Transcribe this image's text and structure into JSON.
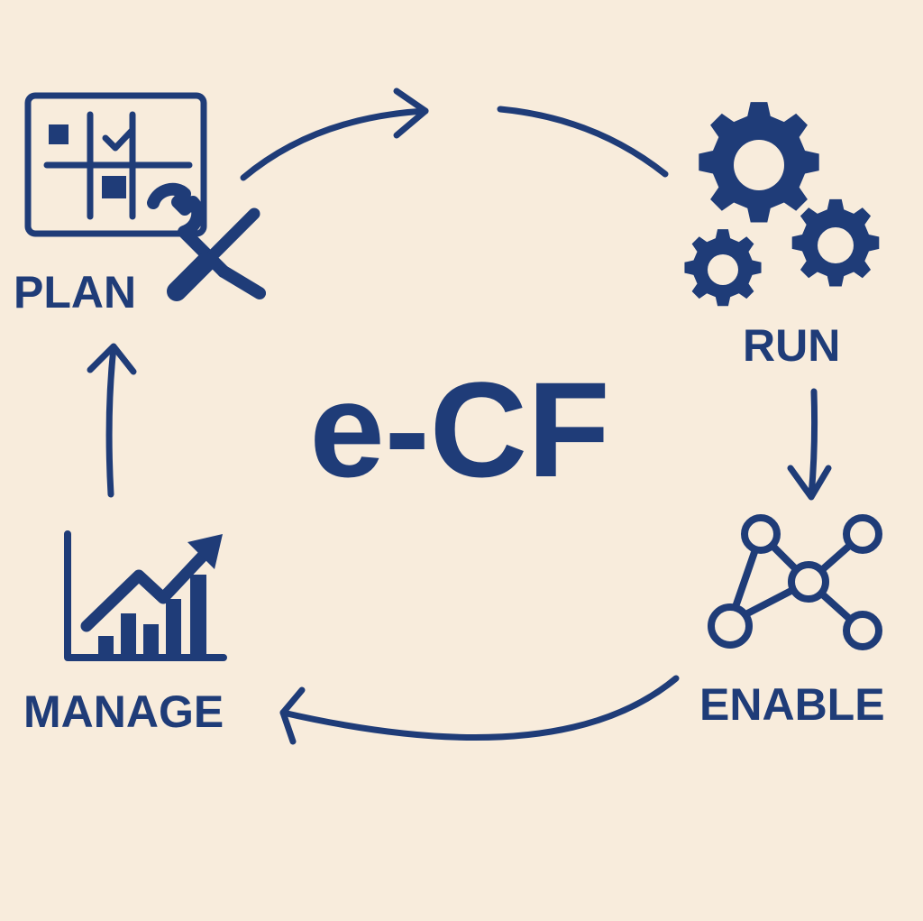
{
  "diagram": {
    "center_label": "e-CF",
    "colors": {
      "background": "#f8ecdc",
      "primary": "#1f3c78"
    },
    "stages": [
      {
        "id": "plan",
        "label": "PLAN",
        "icon": "planning-board-with-tools-icon"
      },
      {
        "id": "run",
        "label": "RUN",
        "icon": "gears-icon"
      },
      {
        "id": "enable",
        "label": "ENABLE",
        "icon": "network-nodes-icon"
      },
      {
        "id": "manage",
        "label": "MANAGE",
        "icon": "growth-chart-icon"
      }
    ],
    "flow": [
      "plan",
      "run",
      "enable",
      "manage",
      "plan"
    ]
  }
}
